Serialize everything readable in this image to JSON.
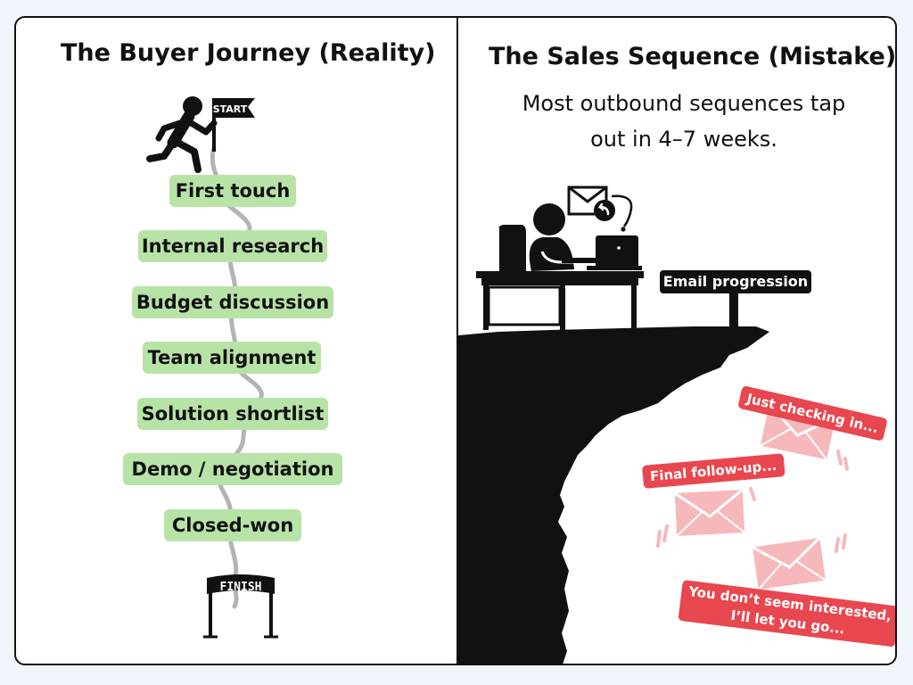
{
  "left": {
    "title": "The Buyer Journey (Reality)",
    "start_label": "START",
    "finish_label": "FINISH",
    "stages": [
      "First touch",
      "Internal research",
      "Budget discussion",
      "Team alignment",
      "Solution shortlist",
      "Demo / negotiation",
      "Closed-won"
    ]
  },
  "right": {
    "title": "The Sales Sequence (Mistake)",
    "subtitle_line1": "Most outbound sequences tap",
    "subtitle_line2": "out in 4–7 weeks.",
    "sign_label": "Email progression",
    "bubbles": [
      "Just checking in...",
      "Final follow-up...",
      "You don’t seem interested,",
      "I’ll let you go..."
    ]
  },
  "colors": {
    "stage_fill": "#b8e3a6",
    "bubble_fill": "#e8474f",
    "envelope_fill": "#f7b8bc",
    "ink": "#111111",
    "path": "#b3b3b3"
  }
}
